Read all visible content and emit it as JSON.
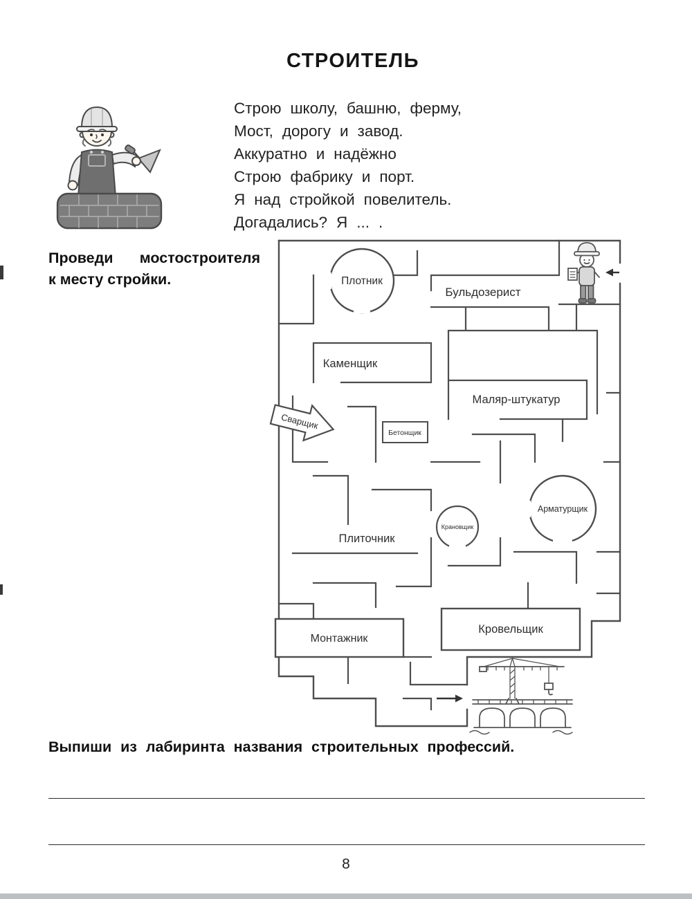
{
  "page": {
    "title": "СТРОИТЕЛЬ",
    "page_number": "8"
  },
  "poem": {
    "lines": [
      "Строю школу, башню, ферму,",
      "Мост, дорогу и завод.",
      "Аккуратно и надёжно",
      "Строю фабрику и порт.",
      "Я над стройкой повелитель.",
      "Догадались? Я ... ."
    ]
  },
  "instructions": {
    "maze_task_lines": [
      "Проведи мостостроителя",
      "к месту стройки."
    ],
    "write_task": "Выпиши из лабиринта названия строительных профессий."
  },
  "maze": {
    "labels": {
      "plotnik": "Плотник",
      "buldozerist": "Бульдозерист",
      "kamenshchik": "Каменщик",
      "malyar_shtukatur": "Маляр-штукатур",
      "svarshchik": "Сварщик",
      "betonshchik": "Бетонщик",
      "armaturshchik": "Арматурщик",
      "kranovshchik": "Крановщик",
      "plitochnik": "Плиточник",
      "krovelshchik": "Кровельщик",
      "montazhnik": "Монтажник"
    }
  }
}
